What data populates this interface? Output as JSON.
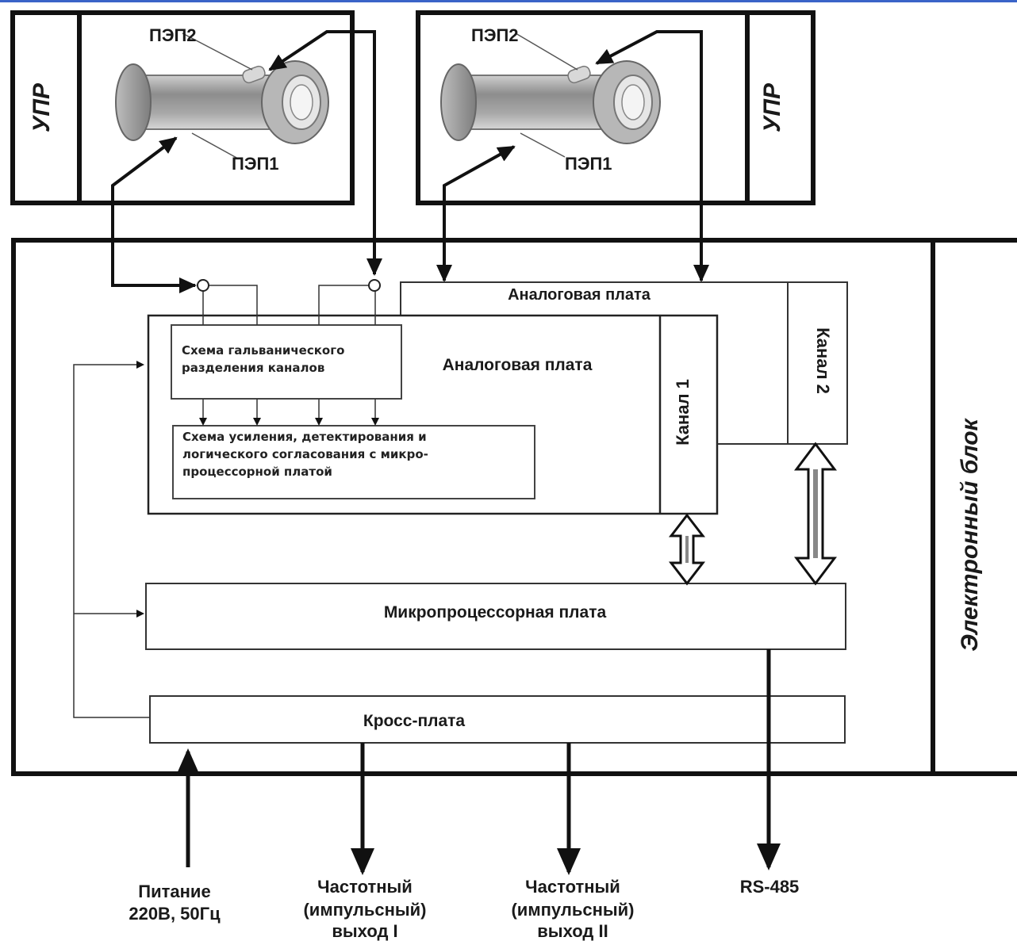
{
  "colors": {
    "line": "#111111",
    "accent_top": "#3a64c8",
    "sensor_body": "#9a9a9a"
  },
  "sensor_left": {
    "upr": "УПР",
    "pep2": "ПЭП2",
    "pep1": "ПЭП1"
  },
  "sensor_right": {
    "upr": "УПР",
    "pep2": "ПЭП2",
    "pep1": "ПЭП1"
  },
  "electronic_block": {
    "label": "Электронный блок"
  },
  "analog_board_2": {
    "label": "Аналоговая плата",
    "channel": "Канал 2"
  },
  "analog_board_1": {
    "label": "Аналоговая плата",
    "channel": "Канал 1",
    "galvanic_line1": "Схема гальванического",
    "galvanic_line2": "разделения каналов",
    "amp_line1": "Схема усиления, детектирования и",
    "amp_line2": "логического согласования с микро-",
    "amp_line3": "процессорной платой"
  },
  "microprocessor_board": {
    "label": "Микропроцессорная плата"
  },
  "cross_board": {
    "label": "Кросс-плата"
  },
  "outputs": {
    "power_line1": "Питание",
    "power_line2": "220В, 50Гц",
    "freq1_line1": "Частотный",
    "freq1_line2": "(импульсный)",
    "freq1_line3": "выход I",
    "freq2_line1": "Частотный",
    "freq2_line2": "(импульсный)",
    "freq2_line3": "выход II",
    "rs485": "RS-485"
  }
}
